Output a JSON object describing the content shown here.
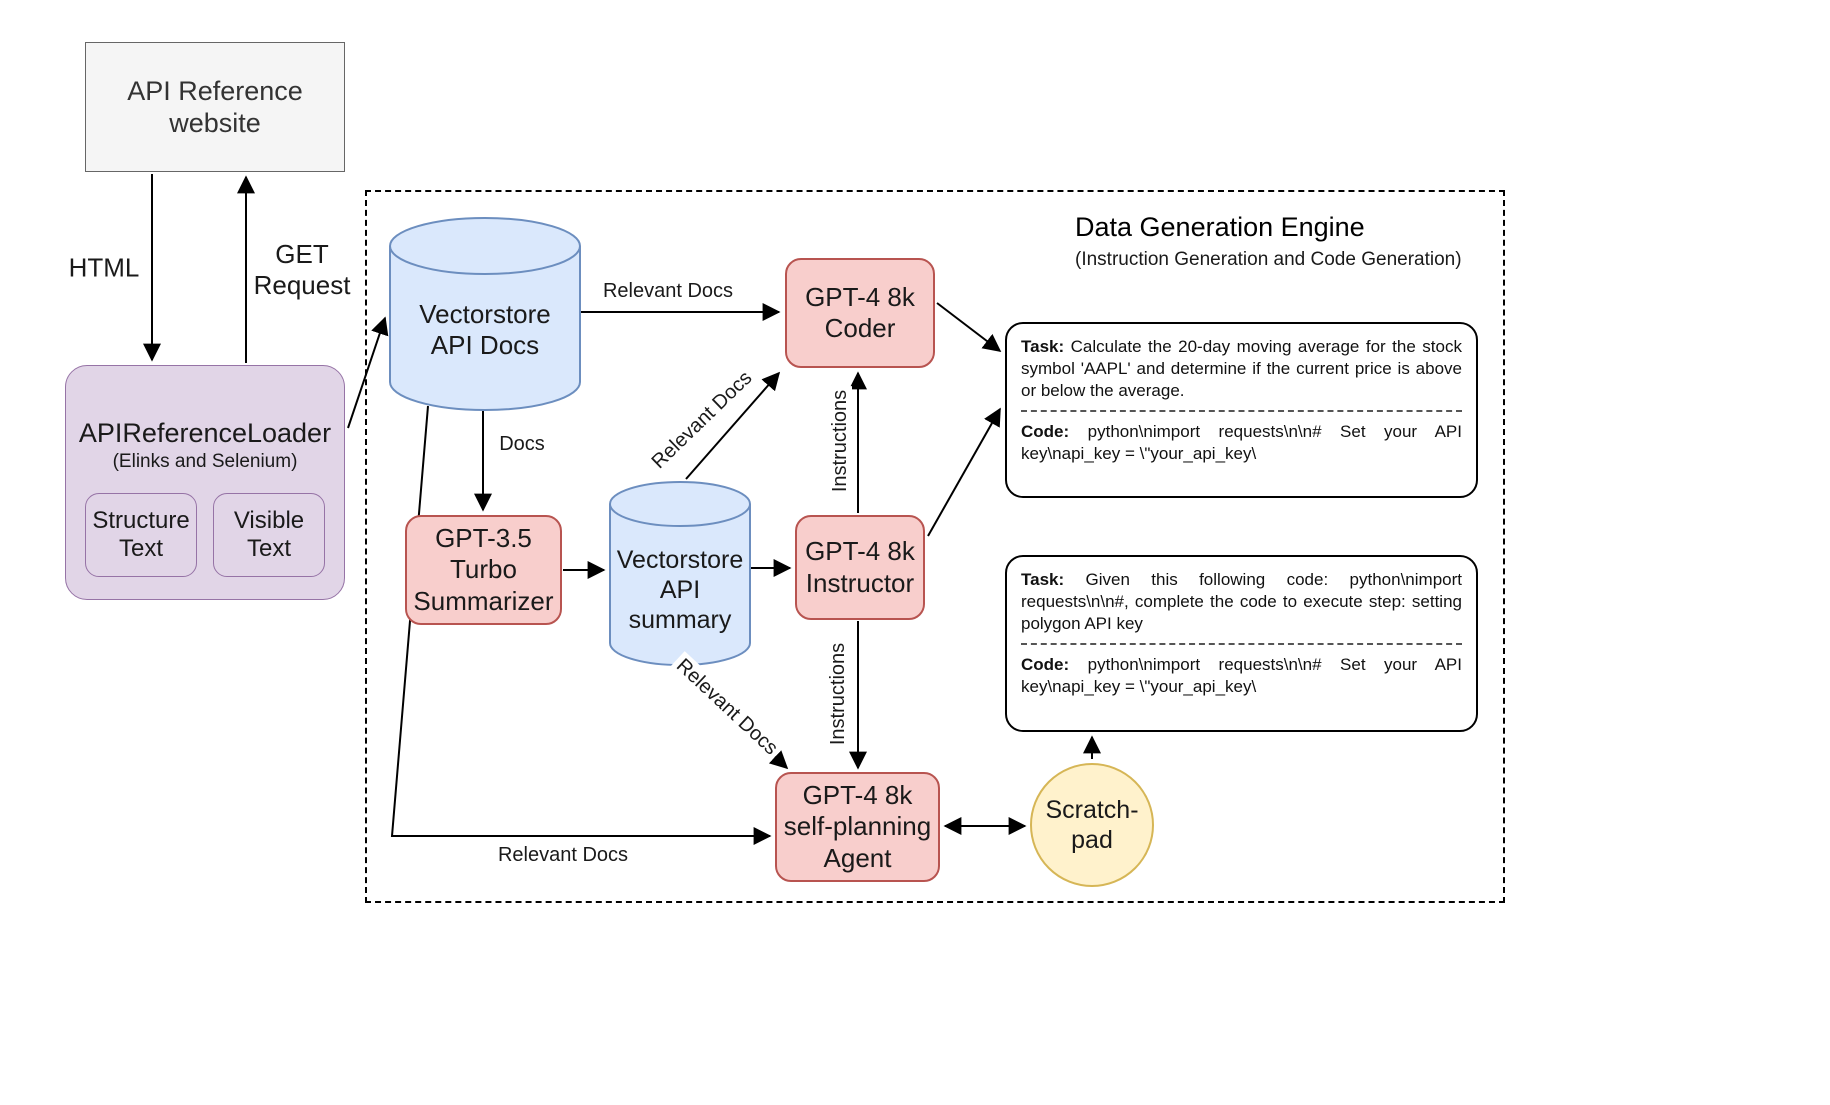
{
  "engine": {
    "title": "Data Generation Engine",
    "subtitle": "(Instruction Generation and Code Generation)"
  },
  "nodes": {
    "api_reference_website": "API Reference\nwebsite",
    "loader_title": "APIReferenceLoader",
    "loader_subtitle": "(Elinks and Selenium)",
    "structure_text": "Structure\nText",
    "visible_text": "Visible\nText",
    "vectorstore_docs": "Vectorstore\nAPI Docs",
    "summarizer": "GPT-3.5\nTurbo\nSummarizer",
    "vectorstore_summary": "Vectorstore\nAPI\nsummary",
    "coder": "GPT-4 8k\nCoder",
    "instructor": "GPT-4 8k\nInstructor",
    "agent": "GPT-4 8k\nself-planning\nAgent",
    "scratchpad": "Scratch-\npad"
  },
  "edges": {
    "html": "HTML",
    "get_request": "GET\nRequest",
    "relevant_docs_top": "Relevant Docs",
    "docs": "Docs",
    "relevant_docs_to_coder": "Relevant Docs",
    "instructions_top": "Instructions",
    "instructions_bottom": "Instructions",
    "relevant_docs_to_agent": "Relevant Docs",
    "relevant_docs_bottom": "Relevant Docs"
  },
  "outputs": [
    {
      "task_label": "Task:",
      "task_text": "Calculate the 20-day moving average for the stock symbol 'AAPL' and determine if the current price is above or below the average.",
      "code_label": "Code:",
      "code_text": "python\\nimport requests\\n\\n# Set your API key\\napi_key = \\\"your_api_key\\"
    },
    {
      "task_label": "Task:",
      "task_text": "Given this following code: python\\nimport requests\\n\\n#, complete the code to execute step: setting polygon API key",
      "code_label": "Code:",
      "code_text": "python\\nimport requests\\n\\n# Set your API key\\napi_key = \\\"your_api_key\\"
    }
  ],
  "colors": {
    "cylinder_fill": "#dae8fc",
    "cylinder_stroke": "#6c8ebf",
    "model_fill": "#f8cecc",
    "model_stroke": "#b85450",
    "loader_fill": "#e1d5e7",
    "loader_stroke": "#9673a6",
    "scratchpad_fill": "#fff2cc",
    "scratchpad_stroke": "#d6b656",
    "website_fill": "#f5f5f5",
    "website_stroke": "#666666",
    "arrow": "#000000"
  }
}
